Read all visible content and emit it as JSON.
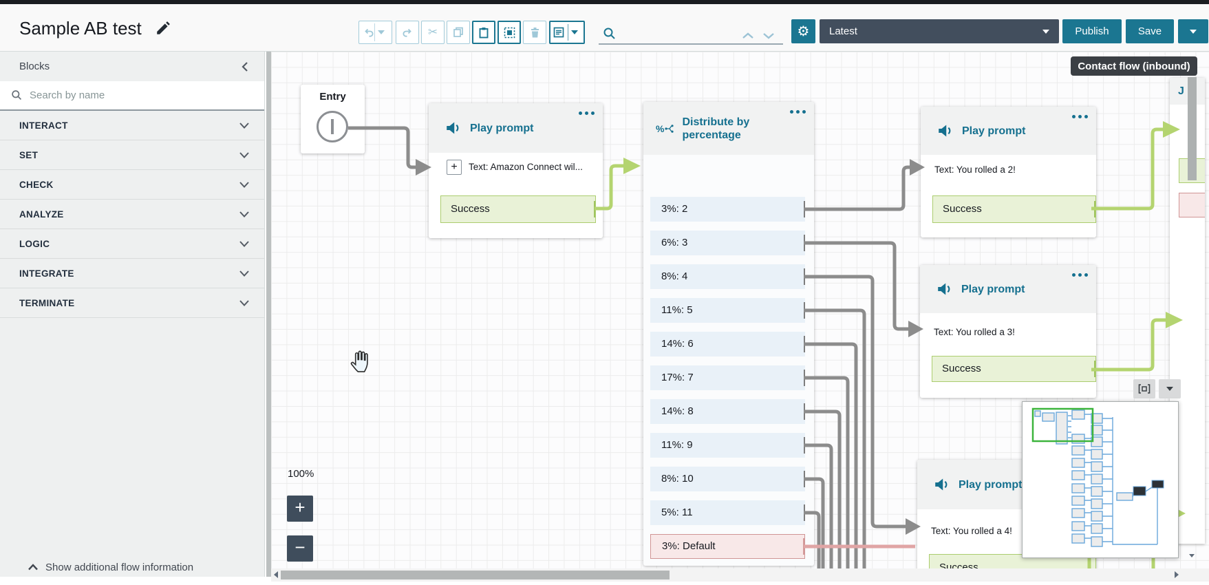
{
  "header": {
    "title": "Sample AB test",
    "search_value": "",
    "version_selector": "Latest",
    "publish": "Publish",
    "save": "Save"
  },
  "sidebar": {
    "title": "Blocks",
    "search_placeholder": "Search by name",
    "categories": [
      "INTERACT",
      "SET",
      "CHECK",
      "ANALYZE",
      "LOGIC",
      "INTEGRATE",
      "TERMINATE"
    ],
    "footer_link": "Show additional flow information"
  },
  "canvas": {
    "flow_type_badge": "Contact flow (inbound)",
    "zoom_level": "100%",
    "zoom_in": "+",
    "zoom_out": "−",
    "entry_label": "Entry",
    "play_prompt_1": {
      "title": "Play prompt",
      "expander": "+",
      "text": "Text: Amazon Connect wil...",
      "output": "Success"
    },
    "distribute": {
      "title": "Distribute by percentage",
      "outputs": [
        "3%: 2",
        "6%: 3",
        "8%: 4",
        "11%: 5",
        "14%: 6",
        "17%: 7",
        "14%: 8",
        "11%: 9",
        "8%: 10",
        "5%: 11",
        "3%: Default"
      ]
    },
    "play_prompt_2": {
      "title": "Play prompt",
      "text": "Text: You rolled a 2!",
      "output": "Success"
    },
    "play_prompt_3": {
      "title": "Play prompt",
      "text": "Text: You rolled a 3!",
      "output": "Success"
    },
    "play_prompt_4": {
      "title": "Play prompt",
      "text": "Text: You rolled a 4!",
      "output": "Success"
    },
    "partial_block_fragment": "J"
  },
  "colors": {
    "accent_teal": "#1b7691",
    "block_title": "#15708f",
    "dark_slate": "#424e5d",
    "success_bg": "#e9f2d7",
    "success_border": "#abcd6e",
    "branch_bg": "#e9f1f8",
    "default_bg": "#f8e8e8",
    "default_border": "#d09494",
    "connector_gray": "#8c8c8c",
    "connector_green": "#b4d470",
    "connector_pink": "#e0a5a5"
  }
}
